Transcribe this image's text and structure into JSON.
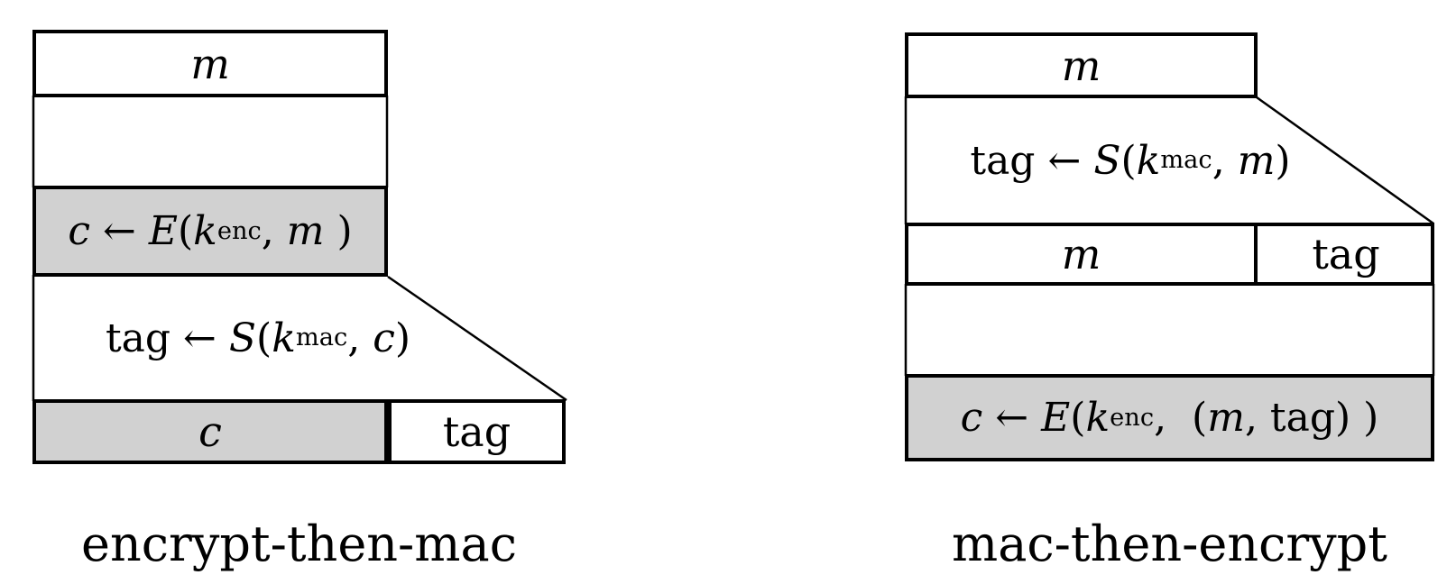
{
  "colors": {
    "shaded_fill": "#d1d1d1",
    "line": "#000000",
    "background": "#ffffff"
  },
  "figures": {
    "left": {
      "caption": "encrypt-then-mac",
      "top_box_label": "m",
      "encrypt_formula": [
        {
          "s": "it",
          "t": "c"
        },
        {
          "s": "rm",
          "t": " ← "
        },
        {
          "s": "it",
          "t": "E"
        },
        {
          "s": "rm",
          "t": "("
        },
        {
          "s": "it",
          "t": "k"
        },
        {
          "s": "sub",
          "t": "enc"
        },
        {
          "s": "rm",
          "t": ", "
        },
        {
          "s": "it",
          "t": "m"
        },
        {
          "s": "rm",
          "t": " )"
        }
      ],
      "mac_formula": [
        {
          "s": "rm",
          "t": "tag ← "
        },
        {
          "s": "it",
          "t": "S"
        },
        {
          "s": "rm",
          "t": "("
        },
        {
          "s": "it",
          "t": "k"
        },
        {
          "s": "sub",
          "t": "mac"
        },
        {
          "s": "rm",
          "t": ", "
        },
        {
          "s": "it",
          "t": "c"
        },
        {
          "s": "rm",
          "t": ")"
        }
      ],
      "result_cipher_label": "c",
      "result_tag_label": "tag"
    },
    "right": {
      "caption": "mac-then-encrypt",
      "top_box_label": "m",
      "mac_formula": [
        {
          "s": "rm",
          "t": "tag ← "
        },
        {
          "s": "it",
          "t": "S"
        },
        {
          "s": "rm",
          "t": "("
        },
        {
          "s": "it",
          "t": "k"
        },
        {
          "s": "sub",
          "t": "mac"
        },
        {
          "s": "rm",
          "t": ", "
        },
        {
          "s": "it",
          "t": "m"
        },
        {
          "s": "rm",
          "t": ")"
        }
      ],
      "row_message_label": "m",
      "row_tag_label": "tag",
      "encrypt_formula": [
        {
          "s": "it",
          "t": "c"
        },
        {
          "s": "rm",
          "t": " ← "
        },
        {
          "s": "it",
          "t": "E"
        },
        {
          "s": "rm",
          "t": "("
        },
        {
          "s": "it",
          "t": "k"
        },
        {
          "s": "sub",
          "t": "enc"
        },
        {
          "s": "rm",
          "t": ",  ("
        },
        {
          "s": "it",
          "t": "m"
        },
        {
          "s": "rm",
          "t": ", tag) )"
        }
      ]
    }
  }
}
